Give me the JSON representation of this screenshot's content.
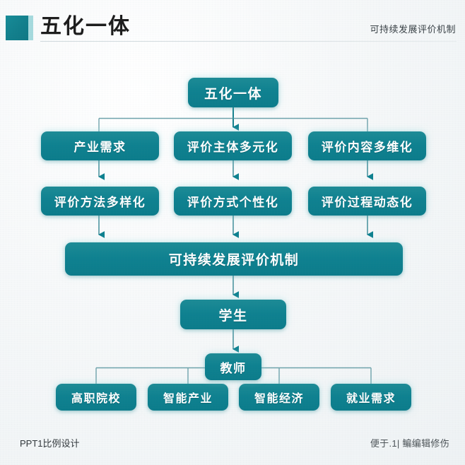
{
  "header": {
    "title": "五化一体",
    "subtitle": "可持续发展评价机制",
    "accent_color": "#0e8190",
    "accent_light_color": "#a6dade"
  },
  "footer": {
    "left_text": "PPT1比例设计",
    "right_text": "便于.1| 鳊编辑修伤"
  },
  "diagram": {
    "row1": {
      "nodes": [
        {
          "label": "五化一体"
        }
      ]
    },
    "row2": {
      "nodes": [
        {
          "label": "产业需求"
        },
        {
          "label": "评价主体多元化"
        },
        {
          "label": "评价内容多维化"
        }
      ]
    },
    "row3": {
      "nodes": [
        {
          "label": "评价方法多样化"
        },
        {
          "label": "评价方式个性化"
        },
        {
          "label": "评价过程动态化"
        }
      ]
    },
    "row4": {
      "nodes": [
        {
          "label": "可持续发展评价机制"
        }
      ]
    },
    "row5": {
      "nodes": [
        {
          "label": "学生"
        }
      ]
    },
    "row6": {
      "nodes": [
        {
          "label": "教师"
        }
      ]
    },
    "row7": {
      "nodes": [
        {
          "label": "高职院校"
        },
        {
          "label": "智能产业"
        },
        {
          "label": "智能经济"
        },
        {
          "label": "就业需求"
        }
      ]
    }
  }
}
